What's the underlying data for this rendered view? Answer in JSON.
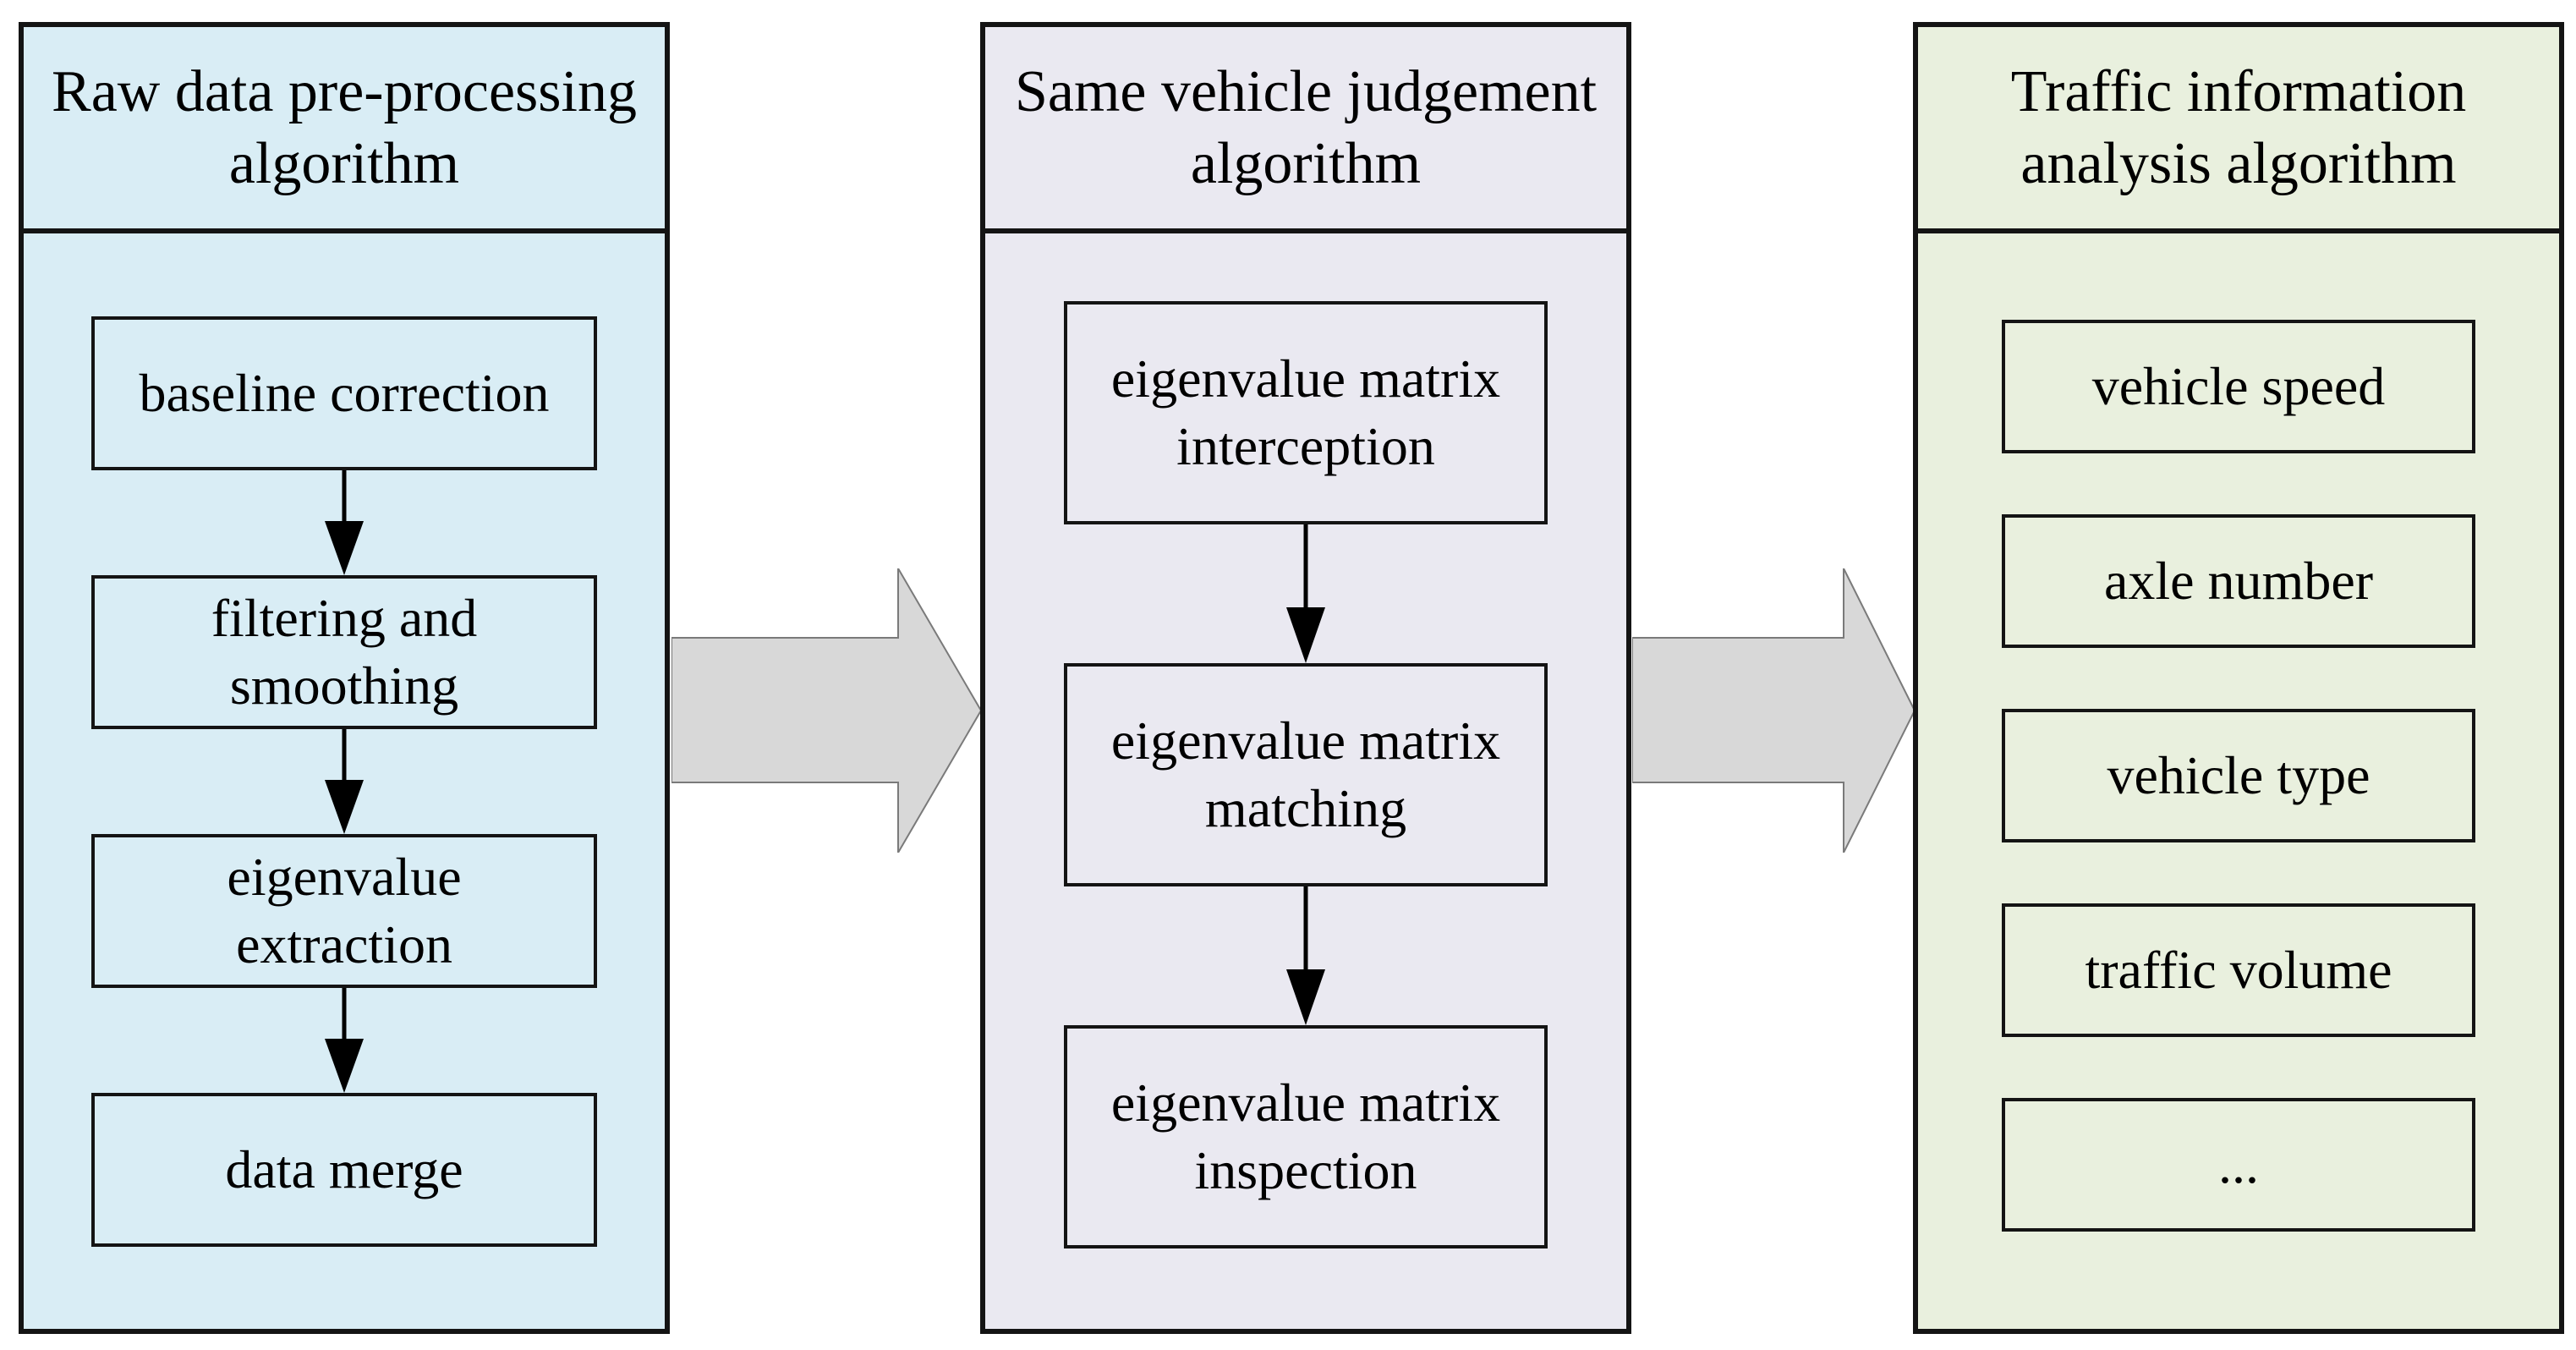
{
  "figure": {
    "kind": "three-stage algorithm flow diagram"
  },
  "colors": {
    "panel1_bg": "#d9edf5",
    "panel2_bg": "#eae9f1",
    "panel3_bg": "#e9f0de",
    "outline": "#141414",
    "block_arrow_fill": "#d8d8d8",
    "block_arrow_stroke": "#7a7a7a",
    "connector_arrow": "#000000"
  },
  "icons": {
    "down_arrow": "▼",
    "right_block_arrow": "➡"
  },
  "panels": [
    {
      "title": "Raw data pre-processing algorithm",
      "boxes": [
        "baseline correction",
        "filtering and smoothing",
        "eigenvalue extraction",
        "data merge"
      ]
    },
    {
      "title": "Same vehicle judgement algorithm",
      "boxes": [
        "eigenvalue matrix interception",
        "eigenvalue matrix matching",
        "eigenvalue matrix inspection"
      ]
    },
    {
      "title": "Traffic information analysis algorithm",
      "boxes": [
        "vehicle speed",
        "axle number",
        "vehicle type",
        "traffic volume",
        "..."
      ]
    }
  ]
}
